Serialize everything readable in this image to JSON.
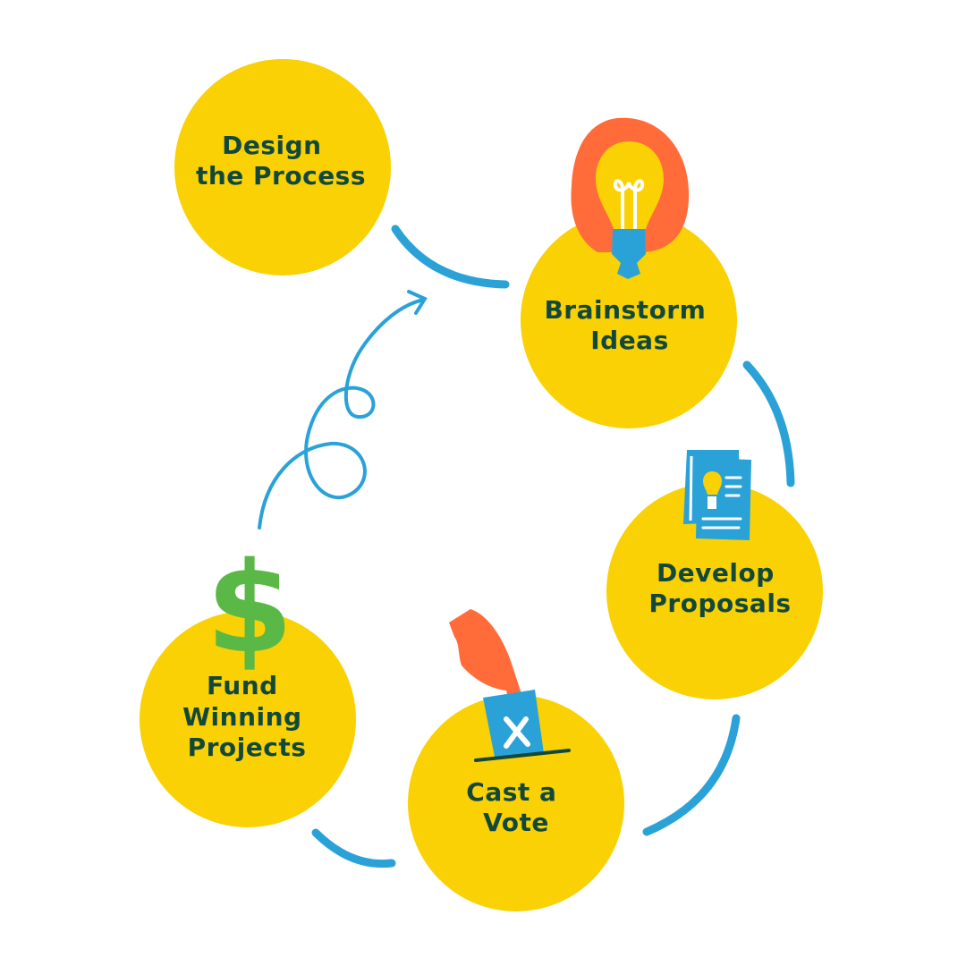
{
  "colors": {
    "circle": "#f9d104",
    "text": "#12483a",
    "connector": "#2aa2d8",
    "accent_orange": "#ff6c3a",
    "icon_blue": "#2aa2d8",
    "dollar_green": "#5ab847",
    "background": "#ffffff"
  },
  "steps": [
    {
      "label_lines": [
        "Design",
        "the Process"
      ],
      "icon": "none"
    },
    {
      "label_lines": [
        "Brainstorm",
        "Ideas"
      ],
      "icon": "lightbulb-icon"
    },
    {
      "label_lines": [
        "Develop",
        "Proposals"
      ],
      "icon": "document-icon"
    },
    {
      "label_lines": [
        "Cast a",
        "Vote"
      ],
      "icon": "ballot-icon"
    },
    {
      "label_lines": [
        "Fund",
        "Winning",
        "Projects"
      ],
      "icon": "dollar-icon"
    }
  ],
  "dollar_glyph": "$"
}
